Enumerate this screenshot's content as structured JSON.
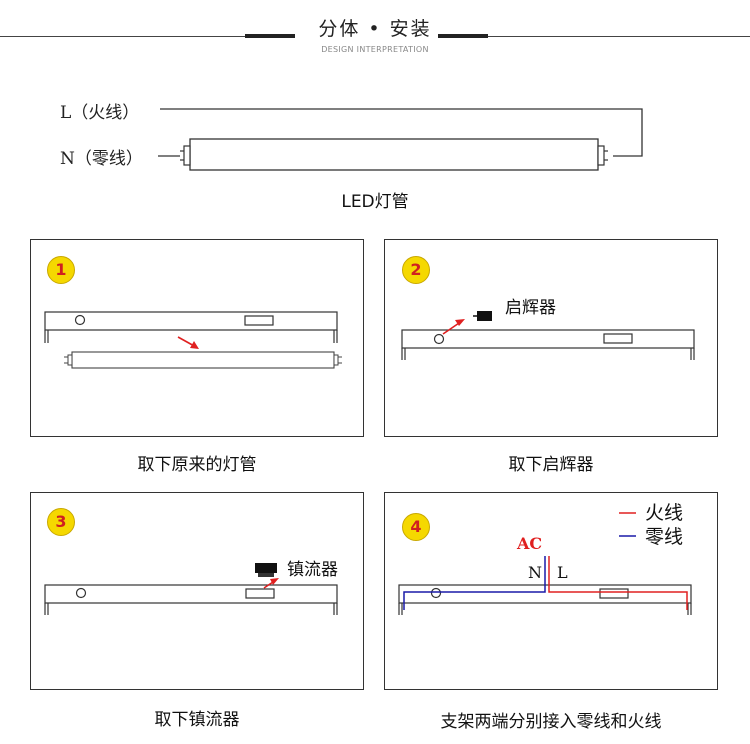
{
  "header": {
    "title": "分体 • 安装",
    "subtitle": "DESIGN INTERPRETATION"
  },
  "wiring": {
    "live_label": "L（火线）",
    "neutral_label": "N（零线）",
    "tube_label": "LED灯管"
  },
  "steps": [
    {
      "number": "1",
      "caption": "取下原来的灯管"
    },
    {
      "number": "2",
      "caption": "取下启辉器",
      "part_label": "启辉器"
    },
    {
      "number": "3",
      "caption": "取下镇流器",
      "part_label": "镇流器"
    },
    {
      "number": "4",
      "caption": "支架两端分别接入零线和火线",
      "ac_label": "AC",
      "n_label": "N",
      "l_label": "L",
      "legend": [
        {
          "label": "火线",
          "color": "#e02020"
        },
        {
          "label": "零线",
          "color": "#1a1aa8"
        }
      ]
    }
  ],
  "colors": {
    "badge": "#f5d800",
    "badge_text": "#d02020",
    "live": "#e02020",
    "neutral": "#1a1aa8",
    "arrow": "#e02020"
  }
}
